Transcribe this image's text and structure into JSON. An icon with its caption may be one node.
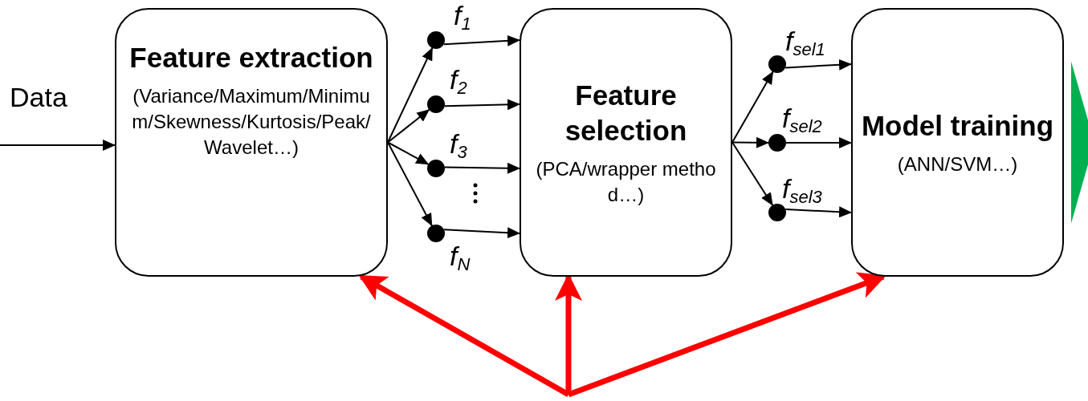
{
  "diagram": {
    "nodes": [
      {
        "text": [
          "Data"
        ]
      },
      {
        "text": [
          "Feature extraction",
          "(Variance/Maximum/Minimum/Skewness/Kurtosis/Peak/Wavelet…)"
        ]
      },
      {
        "text": [
          "Feature selection",
          "(PCA/wrapper method…)"
        ]
      },
      {
        "text": [
          "Model training",
          "(ANN/SVM…)"
        ]
      },
      {
        "text": [],
        "shape": "circle",
        "beside": [
          "f$_{1}$"
        ]
      },
      {
        "text": [],
        "shape": "circle",
        "beside": [
          "f$_{2}$"
        ]
      },
      {
        "text": [],
        "shape": "circle",
        "beside": [
          "f$_{3}$"
        ]
      },
      {
        "text": [],
        "shape": "circle",
        "beside": [
          "f$_{N}$"
        ]
      },
      {
        "text": [],
        "shape": "circle",
        "beside": [
          "f$_{sel1}$"
        ]
      },
      {
        "text": [],
        "shape": "circle",
        "beside": [
          "f$_{sel2}$"
        ]
      },
      {
        "text": [],
        "shape": "circle",
        "beside": [
          "f$_{sel3}$"
        ]
      }
    ],
    "edges": [
      {
        "from": 0,
        "to": 1,
        "arrow": "to"
      },
      {
        "from": 1,
        "to": 4,
        "arrow": "to"
      },
      {
        "from": 1,
        "to": 5,
        "arrow": "to"
      },
      {
        "from": 1,
        "to": 6,
        "arrow": "to"
      },
      {
        "from": 1,
        "to": 7,
        "arrow": "to"
      },
      {
        "from": 4,
        "to": 2,
        "arrow": "to"
      },
      {
        "from": 5,
        "to": 2,
        "arrow": "to"
      },
      {
        "from": 6,
        "to": 2,
        "arrow": "to"
      },
      {
        "from": 7,
        "to": 2,
        "arrow": "to"
      },
      {
        "from": 2,
        "to": 8,
        "arrow": "to"
      },
      {
        "from": 2,
        "to": 9,
        "arrow": "to"
      },
      {
        "from": 2,
        "to": 10,
        "arrow": "to"
      },
      {
        "from": 8,
        "to": 3,
        "arrow": "to"
      },
      {
        "from": 9,
        "to": 3,
        "arrow": "to"
      },
      {
        "from": 10,
        "to": 3,
        "arrow": "to"
      },
      {
        "from": 3,
        "to": null,
        "arrow": "to",
        "style": "thick",
        "color": "#00b050"
      },
      {
        "from": null,
        "to": 1,
        "arrow": "to",
        "style": "thick",
        "color": "#ff0000"
      },
      {
        "from": null,
        "to": 2,
        "arrow": "to",
        "style": "thick",
        "color": "#ff0000"
      },
      {
        "from": null,
        "to": 3,
        "arrow": "to",
        "style": "thick",
        "color": "#ff0000"
      }
    ]
  }
}
